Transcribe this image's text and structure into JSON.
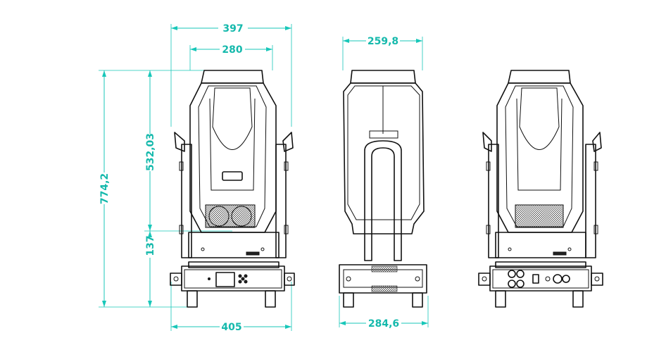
{
  "dimensions": {
    "overall_width": "397",
    "head_width": "280",
    "side_depth": "259,8",
    "overall_height": "774,2",
    "head_height": "532,03",
    "base_height": "137",
    "base_width_front": "405",
    "base_width_side": "284,6"
  },
  "views": [
    "front-view",
    "side-view",
    "rear-view"
  ],
  "colors": {
    "dimension": "#18c7b9",
    "outline": "#111111"
  }
}
